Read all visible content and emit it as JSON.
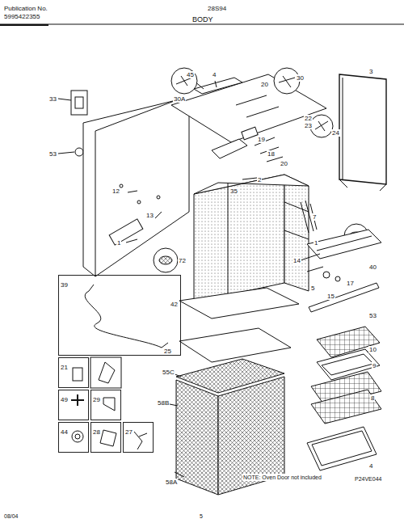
{
  "diagram": {
    "title": "BODY",
    "nodes": [
      {
        "text": [
          "39"
        ]
      },
      {
        "text": [
          "21"
        ]
      },
      {
        "text": [
          "49"
        ]
      },
      {
        "text": [
          "29"
        ]
      },
      {
        "text": [
          "44"
        ]
      },
      {
        "text": [
          "28"
        ]
      },
      {
        "text": [
          "27"
        ]
      }
    ],
    "labels": [
      "Publication No.",
      "5995422355",
      "28S94",
      "33",
      "53",
      "30A",
      "45",
      "4",
      "20",
      "30",
      "3",
      "22",
      "23",
      "24",
      "12",
      "19",
      "18",
      "20",
      "2",
      "35",
      "13",
      "1",
      "72",
      "7",
      "1",
      "40",
      "14",
      "5",
      "17",
      "15",
      "53",
      "42",
      "25",
      "55C",
      "58B",
      "58A",
      "10",
      "9",
      "8",
      "4",
      "NOTE: Oven Door not included",
      "P24VE044",
      "08/04",
      "5"
    ]
  }
}
